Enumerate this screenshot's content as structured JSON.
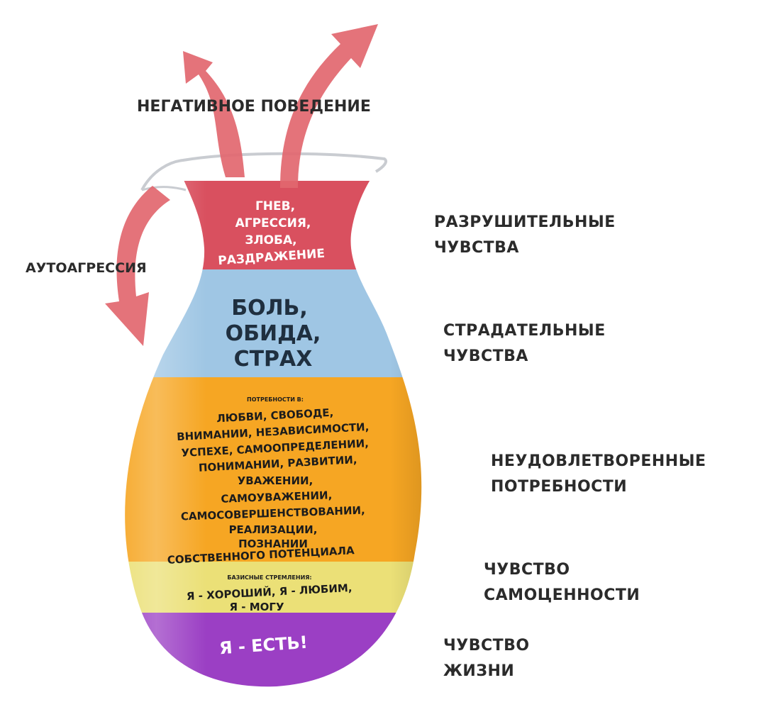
{
  "labels": {
    "negative_behavior": "НЕГАТИВНОЕ ПОВЕДЕНИЕ",
    "autoaggression": "АУТОАГРЕССИЯ",
    "destructive": [
      "РАЗРУШИТЕЛЬНЫЕ",
      "ЧУВСТВА"
    ],
    "suffering": [
      "СТРАДАТЕЛЬНЫЕ",
      "ЧУВСТВА"
    ],
    "unmet_needs": [
      "НЕУДОВЛЕТВОРЕННЫЕ",
      "ПОТРЕБНОСТИ"
    ],
    "self_worth": [
      "ЧУВСТВО",
      "САМОЦЕННОСТИ"
    ],
    "life": [
      "ЧУВСТВО",
      "ЖИЗНИ"
    ]
  },
  "layers": {
    "red": {
      "color": "#d9505f",
      "lines": [
        "ГНЕВ,",
        "АГРЕССИЯ,",
        "ЗЛОБА,",
        "РАЗДРАЖЕНИЕ"
      ]
    },
    "blue": {
      "color": "#9fc6e4",
      "lines": [
        "БОЛЬ,",
        "ОБИДА,",
        "СТРАХ"
      ]
    },
    "orange": {
      "color": "#f6a623",
      "header": "ПОТРЕБНОСТИ В:",
      "lines": [
        "ЛЮБВИ, СВОБОДЕ,",
        "ВНИМАНИИ, НЕЗАВИСИМОСТИ,",
        "УСПЕХЕ, САМООПРЕДЕЛЕНИИ,",
        "ПОНИМАНИИ, РАЗВИТИИ,",
        "УВАЖЕНИИ,",
        "САМОУВАЖЕНИИ,",
        "САМОСОВЕРШЕНСТВОВАНИИ,",
        "РЕАЛИЗАЦИИ,",
        "ПОЗНАНИИ",
        "СОБСТВЕННОГО ПОТЕНЦИАЛА"
      ]
    },
    "yellow": {
      "color": "#ebe077",
      "header": "БАЗИСНЫЕ СТРЕМЛЕНИЯ:",
      "lines": [
        "Я - ХОРОШИЙ, Я - ЛЮБИМ,",
        "Я - МОГУ"
      ]
    },
    "purple": {
      "color": "#9b3fc4",
      "lines": [
        "Я - ЕСТЬ!"
      ]
    }
  },
  "arrow_color": "#e2676f"
}
